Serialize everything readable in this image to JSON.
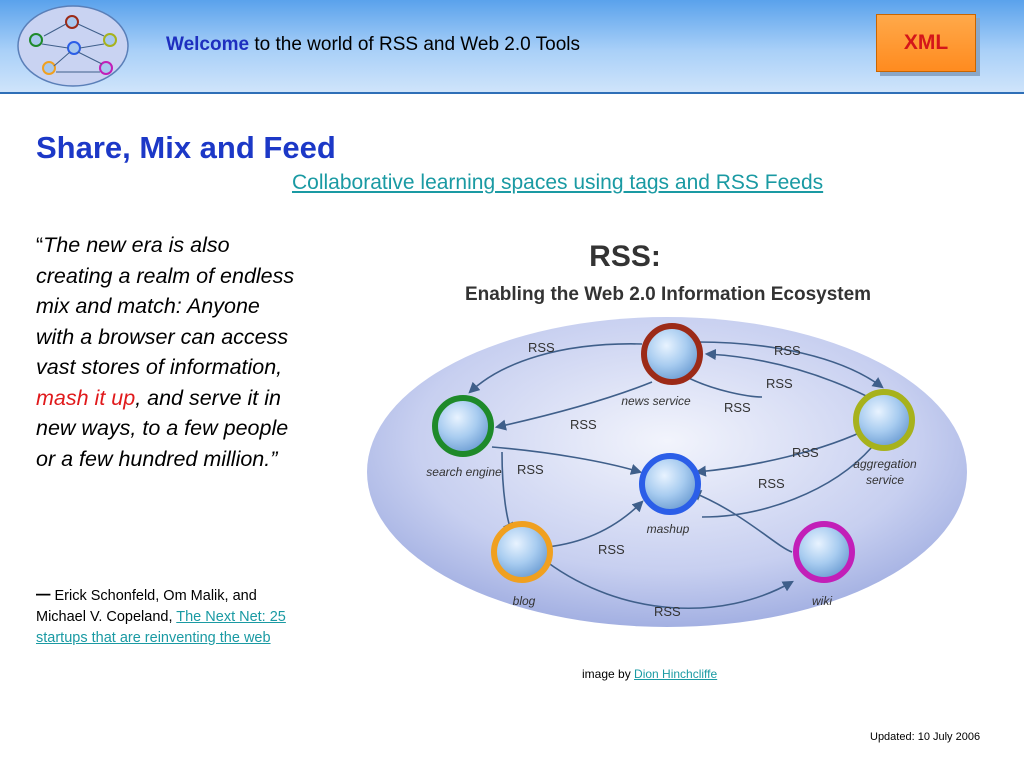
{
  "header": {
    "title_accent": "Welcome",
    "title_rest": " to the world of RSS and Web 2.0 Tools",
    "xml_badge": "XML"
  },
  "main": {
    "title": "Share, Mix and Feed",
    "subtitle_link": "Collaborative learning spaces using tags and RSS Feeds"
  },
  "quote": {
    "open_mark": "“",
    "part1": "The new era is also creating a realm of endless mix and match: Anyone with a browser can access vast stores of information, ",
    "highlight": "mash it up",
    "part2": ", and serve it in new ways, to a few people or a few hundred million.”"
  },
  "attribution": {
    "dash": "–",
    "authors": " Erick Schonfeld, Om Malik, and Michael V. Copeland, ",
    "link": "The Next Net: 25 startups that are reinventing the web"
  },
  "diagram": {
    "title": "RSS:",
    "subtitle": "Enabling the Web 2.0 Information Ecosystem",
    "edge_label": "RSS",
    "nodes": {
      "news": "news service",
      "search": "search engine",
      "aggregation_line1": "aggregation",
      "aggregation_line2": "service",
      "mashup": "mashup",
      "blog": "blog",
      "wiki": "wiki"
    },
    "colors": {
      "news": "#9c2a17",
      "search": "#1e8a2a",
      "aggregation": "#a7b21c",
      "mashup": "#2b5ee8",
      "blog": "#f0a020",
      "wiki": "#c21fb8",
      "ellipse": "#b7c3ec",
      "arrow": "#3f5f8a"
    }
  },
  "credit": {
    "prefix": "image by ",
    "link": "Dion Hinchcliffe"
  },
  "footer": {
    "updated": "Updated:  10 July 2006"
  }
}
